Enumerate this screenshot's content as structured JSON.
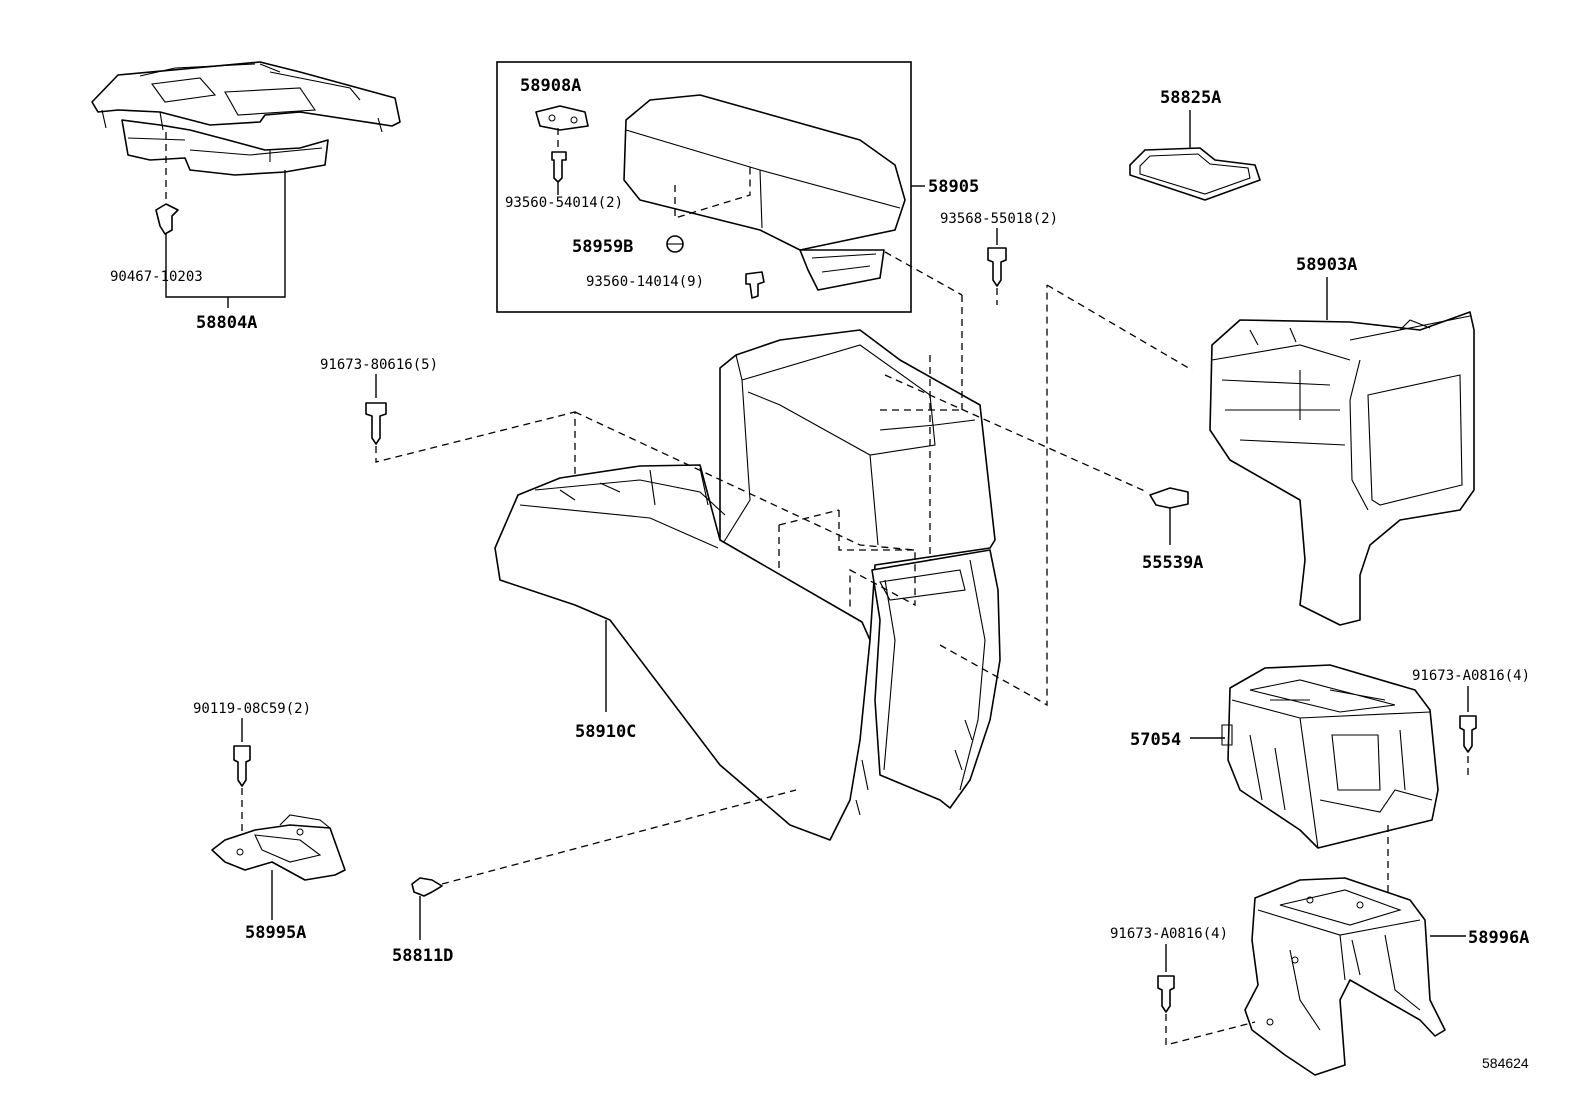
{
  "labels": {
    "p58804A": "58804A",
    "p90467_10203": "90467-10203",
    "p58908A": "58908A",
    "p93560_54014": "93560-54014(2)",
    "p58959B": "58959B",
    "p93560_14014": "93560-14014(9)",
    "p58905": "58905",
    "p93568_55018": "93568-55018(2)",
    "p58825A": "58825A",
    "p58903A": "58903A",
    "p91673_80616": "91673-80616(5)",
    "p55539A": "55539A",
    "p58910C": "58910C",
    "p90119_08C59": "90119-08C59(2)",
    "p58995A": "58995A",
    "p58811D": "58811D",
    "p57054": "57054",
    "p91673_A0816_top": "91673-A0816(4)",
    "p91673_A0816_bot": "91673-A0816(4)",
    "p58996A": "58996A"
  },
  "diagram_id": "584624"
}
